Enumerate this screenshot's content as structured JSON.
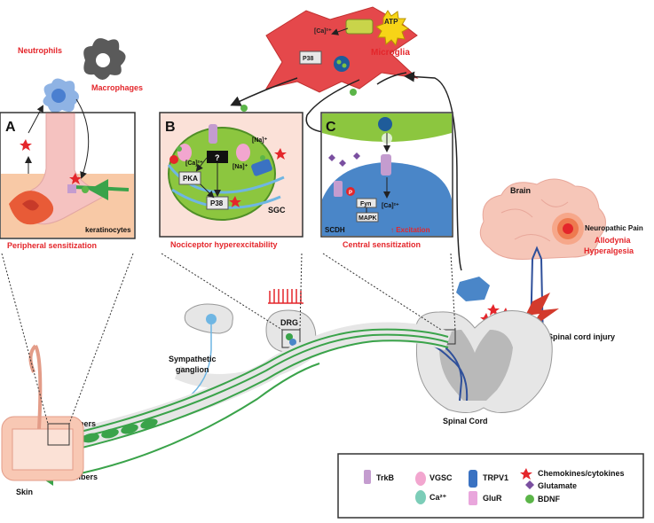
{
  "colors": {
    "red_label": "#e4262b",
    "microglia": "#e5484b",
    "neuron_green": "#8cc63f",
    "nerve_green": "#3aa34a",
    "spinal_blue": "#4a86c8",
    "brain_pink": "#f6c6b8",
    "skin_pink": "#f5b8a5"
  },
  "labels": {
    "neutrophils": "Neutrophils",
    "macrophages": "Macrophages",
    "microglia": "Microglia",
    "atp": "ATP",
    "ca_micro": "[Ca]²⁺",
    "p38_micro": "P38",
    "brain": "Brain",
    "neuropathic_pain": "Neuropathic Pain",
    "allodynia": "Allodynia",
    "hyperalgesia": "Hyperalgesia",
    "spinal_cord_injury": "Spinal cord injury",
    "spinal_cord": "Spinal Cord",
    "drg": "DRG",
    "sympathetic_ganglion": "Sympathetic\nganglion",
    "sympathetic_line1": "Sympathetic",
    "sympathetic_line2": "ganglion",
    "a_fibers": "A-fibers",
    "c_fibers": "C-fibers",
    "skin": "Skin"
  },
  "panels": {
    "a": {
      "letter": "A",
      "inner_label": "keratinocytes",
      "caption": "Peripheral sensitization"
    },
    "b": {
      "letter": "B",
      "caption": "Nociceptor hyperexcitability",
      "na_top": "[Na]⁺",
      "na_mid": "[Na]⁺",
      "ca": "[Ca]²⁺",
      "question": "?",
      "pka": "PKA",
      "p38": "P38",
      "sgc": "SGC"
    },
    "c": {
      "letter": "C",
      "caption": "Central sensitization",
      "fyn": "Fyn",
      "mapk": "MAPK",
      "ca": "[Ca]²⁺",
      "p": "P",
      "scdh": "SCDH",
      "excitation": "↑ Excitation"
    }
  },
  "legend": {
    "items": [
      {
        "icon": "trkb-icon",
        "label": "TrkB"
      },
      {
        "icon": "vgsc-icon",
        "label": "VGSC"
      },
      {
        "icon": "ca-channel-icon",
        "label": "Ca²⁺"
      },
      {
        "icon": "trpv1-icon",
        "label": "TRPV1"
      },
      {
        "icon": "glur-icon",
        "label": "GluR"
      },
      {
        "icon": "chemokine-star-icon",
        "label": "Chemokines/cytokines"
      },
      {
        "icon": "glutamate-diamond-icon",
        "label": "Glutamate"
      },
      {
        "icon": "bdnf-dot-icon",
        "label": "BDNF"
      }
    ]
  }
}
